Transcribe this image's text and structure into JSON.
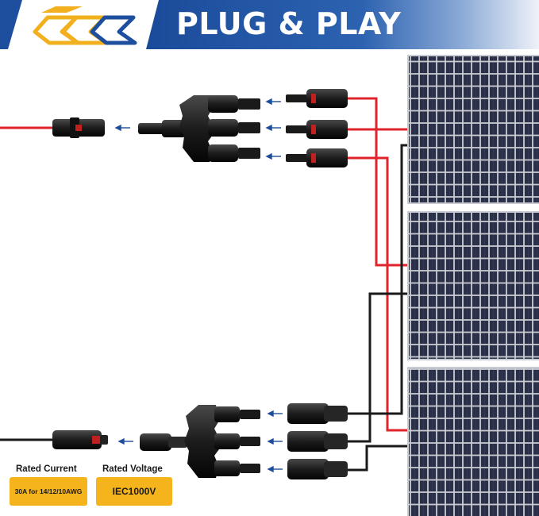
{
  "header": {
    "title": "PLUG & PLAY",
    "logo_icon": "triple-s-logo-icon",
    "colors": {
      "banner": "#1d4f9e",
      "logo_gold": "#f2b01e",
      "logo_blue": "#1d4f9e"
    }
  },
  "specs": {
    "current": {
      "label": "Rated Current",
      "value": "30A for 14/12/10AWG"
    },
    "voltage": {
      "label": "Rated Voltage",
      "value": "IEC1000V"
    }
  },
  "colors": {
    "positive_wire": "#e0242b",
    "negative_wire": "#1a1a1a",
    "arrow": "#1f4d9c",
    "spec_box": "#f5b41c",
    "panel_cell": "#2a3047",
    "panel_frame": "#c9ccd2"
  },
  "icons": {
    "panel": "solar-panel-icon",
    "branch": "y-branch-connector-icon",
    "connector": "mc4-connector-icon",
    "arrow": "arrow-left-icon"
  }
}
